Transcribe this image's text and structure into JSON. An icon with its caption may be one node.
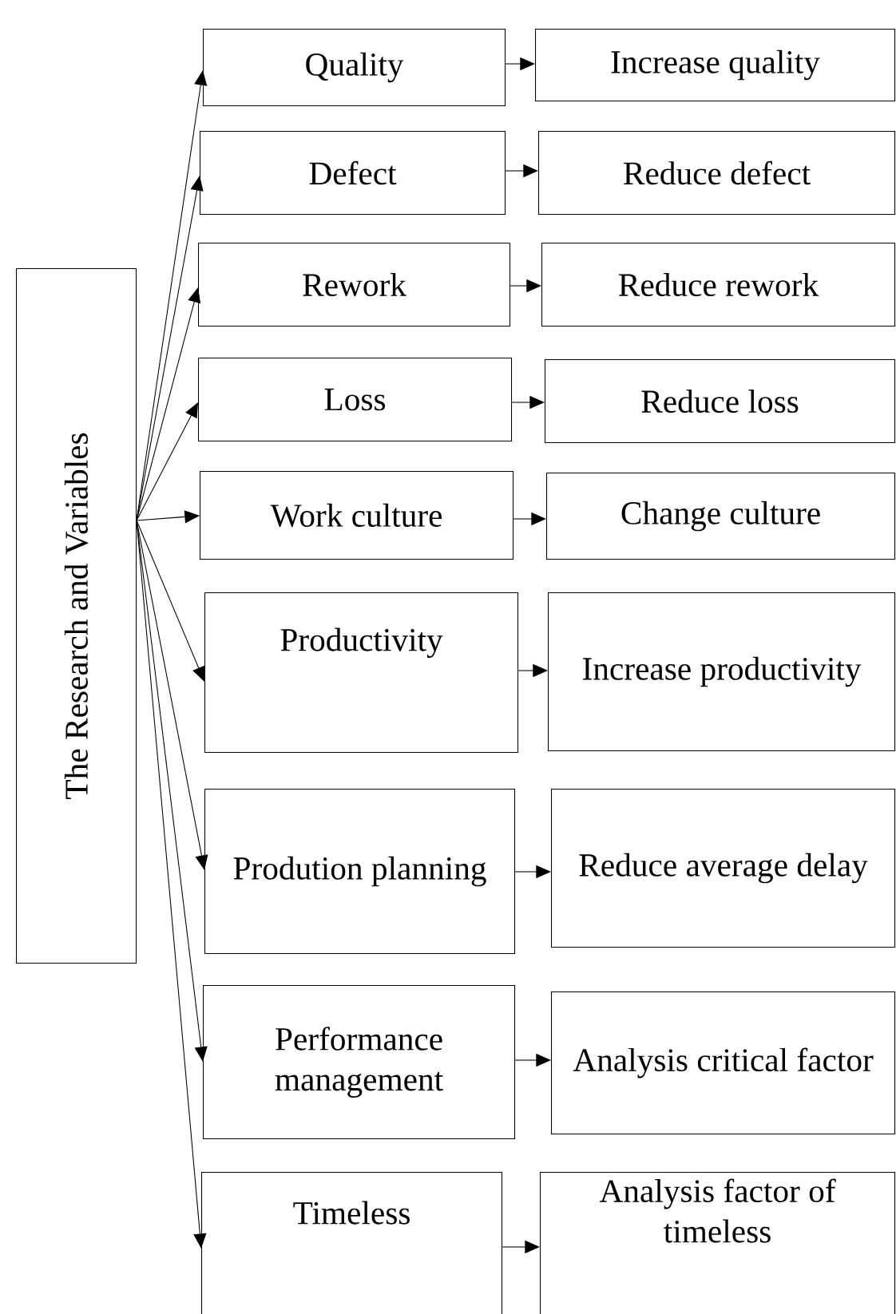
{
  "diagram": {
    "nodes": [
      {
        "text": [
          "The Research and Variables"
        ]
      },
      {
        "text": [
          "Quality"
        ]
      },
      {
        "text": [
          "Increase quality"
        ]
      },
      {
        "text": [
          "Defect"
        ]
      },
      {
        "text": [
          "Reduce defect"
        ]
      },
      {
        "text": [
          "Rework"
        ]
      },
      {
        "text": [
          "Reduce rework"
        ]
      },
      {
        "text": [
          "Loss"
        ]
      },
      {
        "text": [
          "Reduce loss"
        ]
      },
      {
        "text": [
          "Work culture"
        ]
      },
      {
        "text": [
          "Change culture"
        ]
      },
      {
        "text": [
          "Productivity"
        ]
      },
      {
        "text": [
          "Increase productivity"
        ]
      },
      {
        "text": [
          "Prodution planning"
        ]
      },
      {
        "text": [
          "Reduce average delay"
        ]
      },
      {
        "text": [
          "Performance management"
        ]
      },
      {
        "text": [
          "Analysis critical factor"
        ]
      },
      {
        "text": [
          "Timeless"
        ]
      },
      {
        "text": [
          "Analysis factor of timeless"
        ]
      }
    ],
    "edges": [
      {
        "from": 0,
        "to": 1,
        "arrow": "to"
      },
      {
        "from": 0,
        "to": 3,
        "arrow": "to"
      },
      {
        "from": 0,
        "to": 5,
        "arrow": "to"
      },
      {
        "from": 0,
        "to": 7,
        "arrow": "to"
      },
      {
        "from": 0,
        "to": 9,
        "arrow": "to"
      },
      {
        "from": 0,
        "to": 11,
        "arrow": "to"
      },
      {
        "from": 0,
        "to": 13,
        "arrow": "to"
      },
      {
        "from": 0,
        "to": 15,
        "arrow": "to"
      },
      {
        "from": 0,
        "to": 17,
        "arrow": "to"
      },
      {
        "from": 1,
        "to": 2,
        "arrow": "to"
      },
      {
        "from": 3,
        "to": 4,
        "arrow": "to"
      },
      {
        "from": 5,
        "to": 6,
        "arrow": "to"
      },
      {
        "from": 7,
        "to": 8,
        "arrow": "to"
      },
      {
        "from": 9,
        "to": 10,
        "arrow": "to"
      },
      {
        "from": 11,
        "to": 12,
        "arrow": "to"
      },
      {
        "from": 13,
        "to": 14,
        "arrow": "to"
      },
      {
        "from": 15,
        "to": 16,
        "arrow": "to"
      },
      {
        "from": 17,
        "to": 18,
        "arrow": "to"
      }
    ]
  }
}
